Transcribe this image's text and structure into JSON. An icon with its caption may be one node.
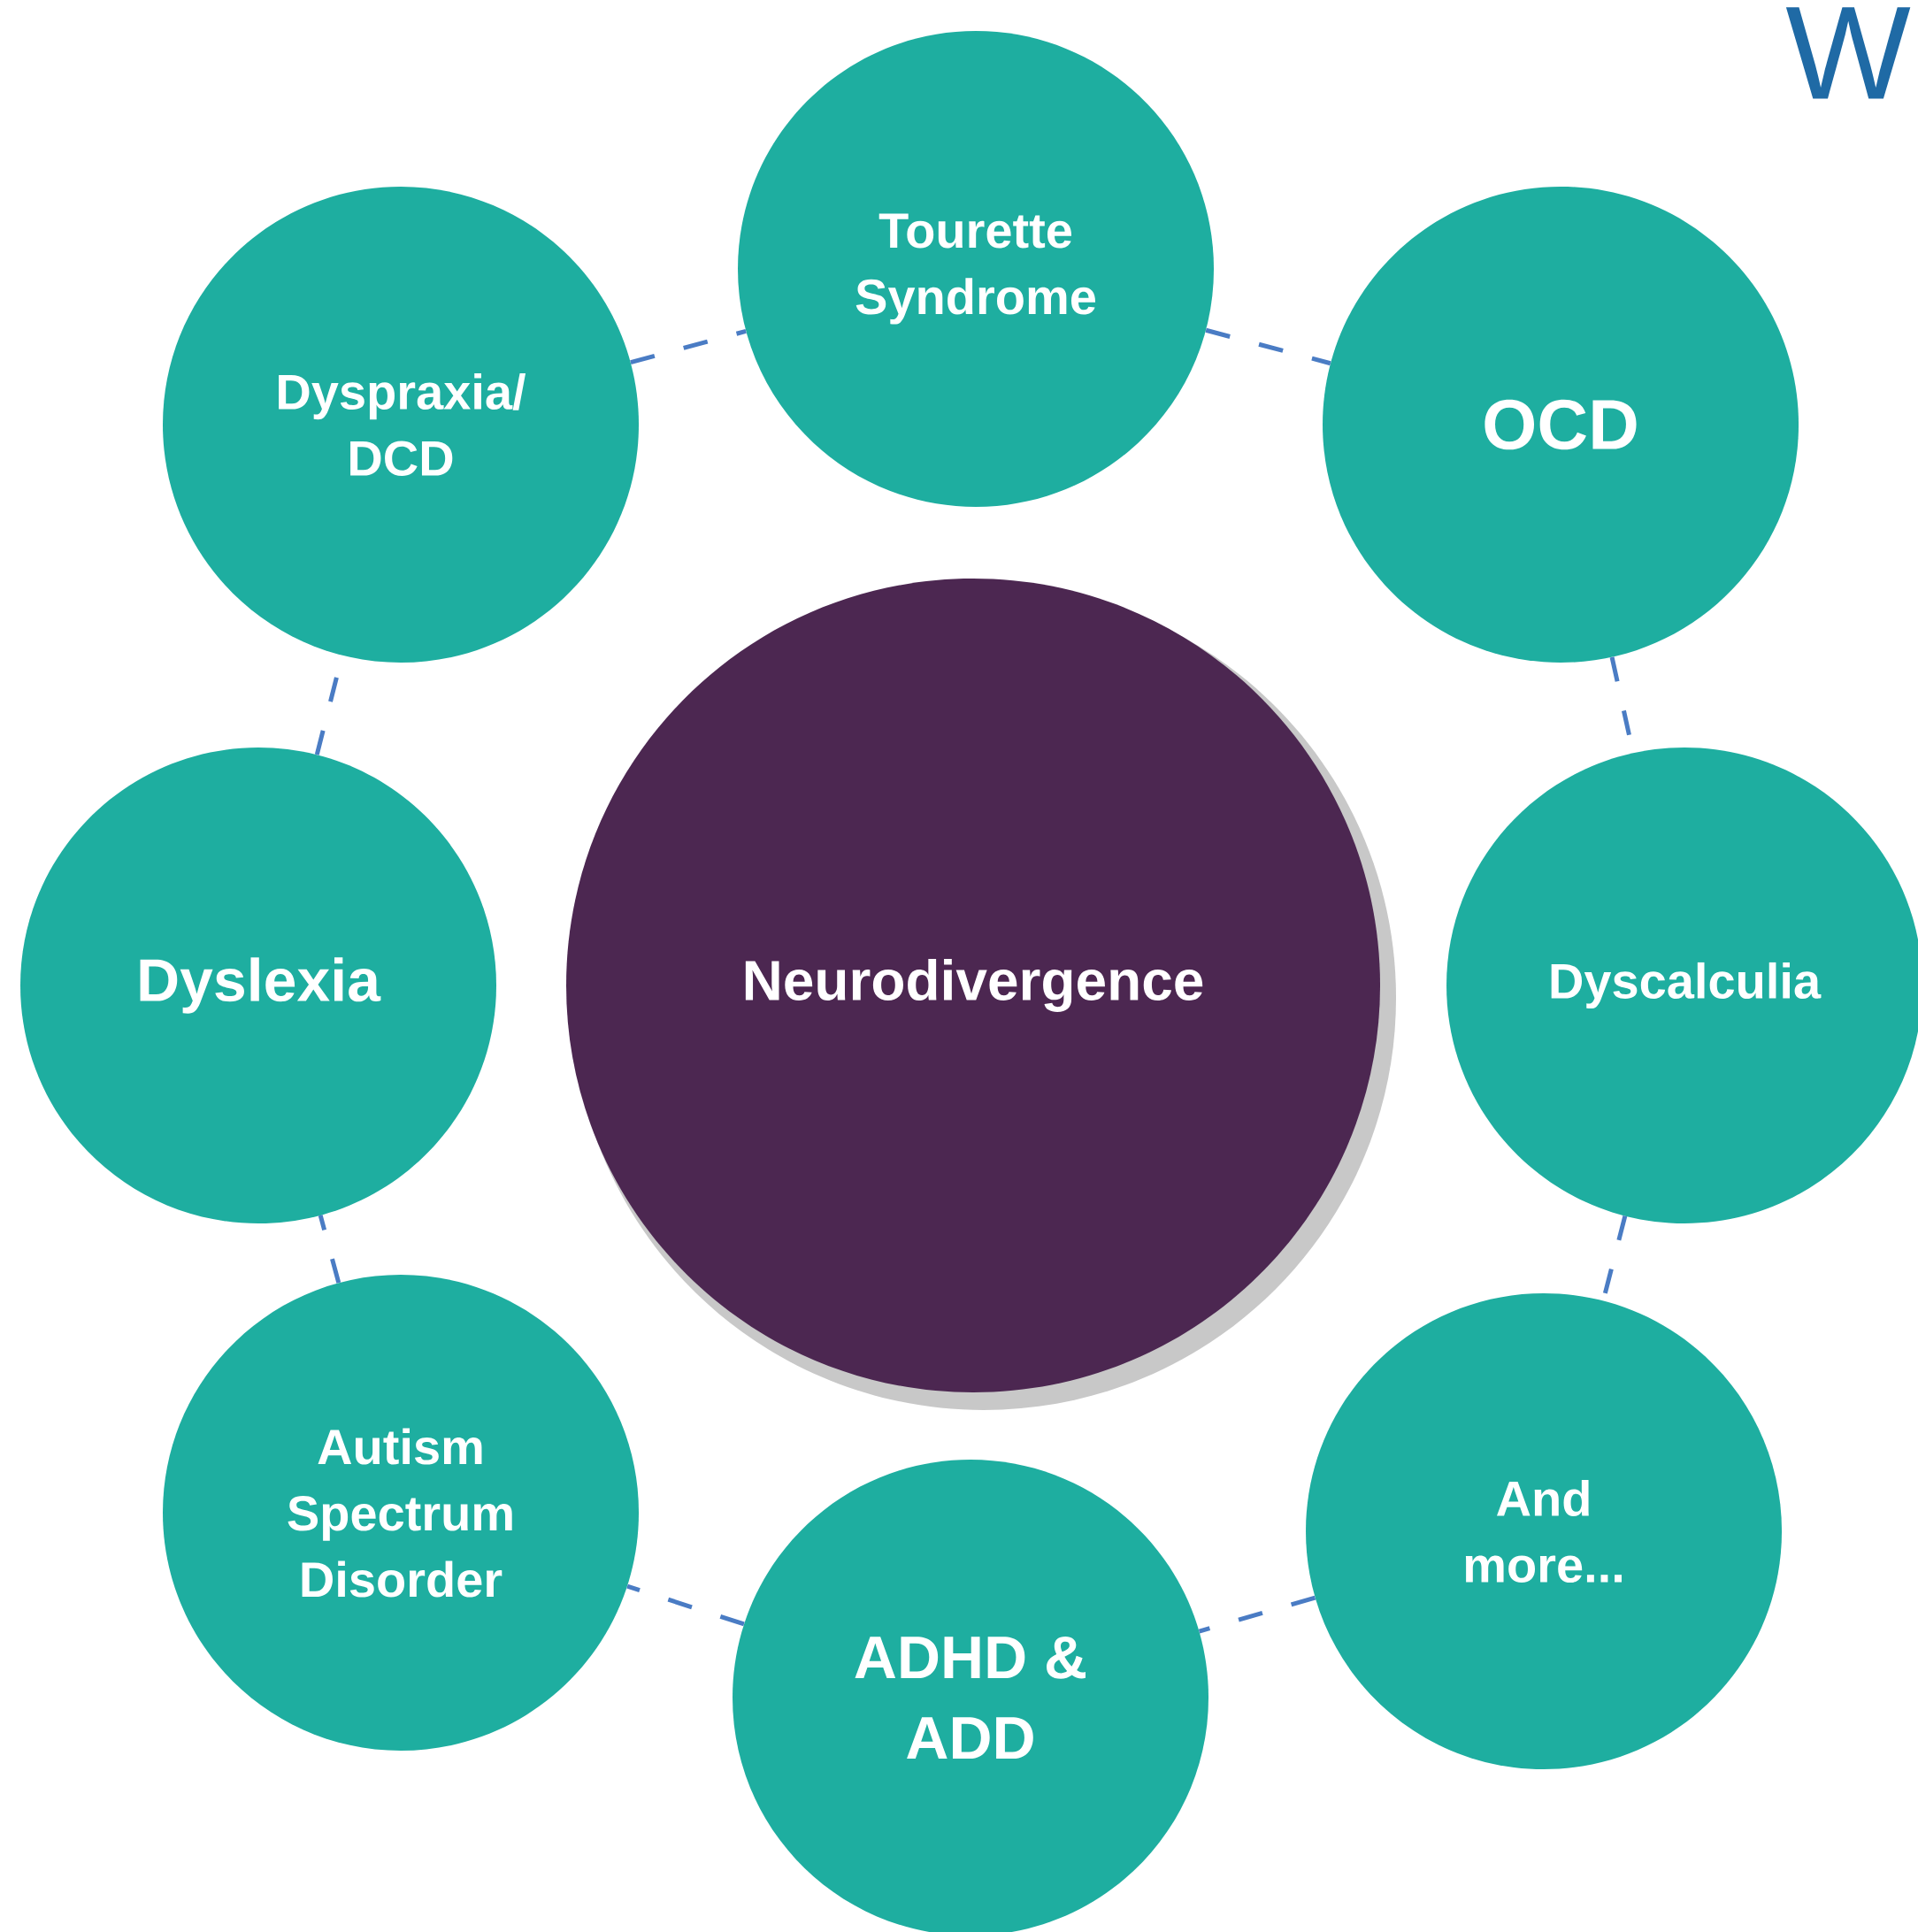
{
  "diagram": {
    "nodes": [
      {
        "text": [
          "Tourette Syndrome"
        ]
      },
      {
        "text": [
          "Dyspraxia/ DCD"
        ]
      },
      {
        "text": [
          "OCD"
        ]
      },
      {
        "text": [
          "Neurodivergence"
        ]
      },
      {
        "text": [
          "Dyslexia"
        ]
      },
      {
        "text": [
          "Dyscalculia"
        ]
      },
      {
        "text": [
          "Autism Spectrum Disorder"
        ]
      },
      {
        "text": [
          "And more..."
        ]
      },
      {
        "text": [
          "ADHD & ADD"
        ]
      }
    ],
    "edges": [
      {
        "from": 1,
        "to": 0,
        "arrow": "none",
        "style": "dashed"
      },
      {
        "from": 0,
        "to": 2,
        "arrow": "none",
        "style": "dashed"
      },
      {
        "from": 2,
        "to": 5,
        "arrow": "none",
        "style": "dashed"
      },
      {
        "from": 5,
        "to": 7,
        "arrow": "none",
        "style": "dashed"
      },
      {
        "from": 7,
        "to": 8,
        "arrow": "none",
        "style": "dashed"
      },
      {
        "from": 8,
        "to": 6,
        "arrow": "none",
        "style": "dashed"
      },
      {
        "from": 6,
        "to": 4,
        "arrow": "none",
        "style": "dashed"
      },
      {
        "from": 4,
        "to": 1,
        "arrow": "none",
        "style": "dashed"
      }
    ],
    "labels": [
      "W"
    ]
  }
}
